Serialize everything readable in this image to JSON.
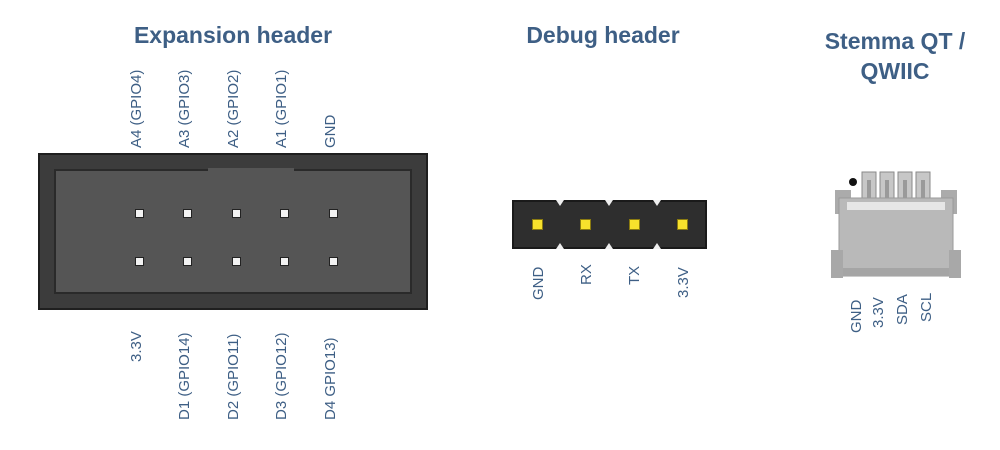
{
  "titles": {
    "expansion": "Expansion header",
    "debug": "Debug header",
    "stemma_line1": "Stemma QT /",
    "stemma_line2": "QWIIC"
  },
  "expansion_top_pins": [
    "A4 (GPIO4)",
    "A3 (GPIO3)",
    "A2 (GPIO2)",
    "A1 (GPIO1)",
    "GND"
  ],
  "expansion_bottom_pins": [
    "3.3V",
    "D1 (GPIO14)",
    "D2 (GPIO11)",
    "D3 (GPIO12)",
    "D4 GPIO13)"
  ],
  "debug_pins": [
    "GND",
    "RX",
    "TX",
    "3.3V"
  ],
  "stemma_pins": [
    "GND",
    "3.3V",
    "SDA",
    "SCL"
  ],
  "colors": {
    "label": "#3e5f85",
    "header_body": "#3c3c3c",
    "pin_yellow": "#f7e12c",
    "connector_gray": "#b9b9b9"
  }
}
